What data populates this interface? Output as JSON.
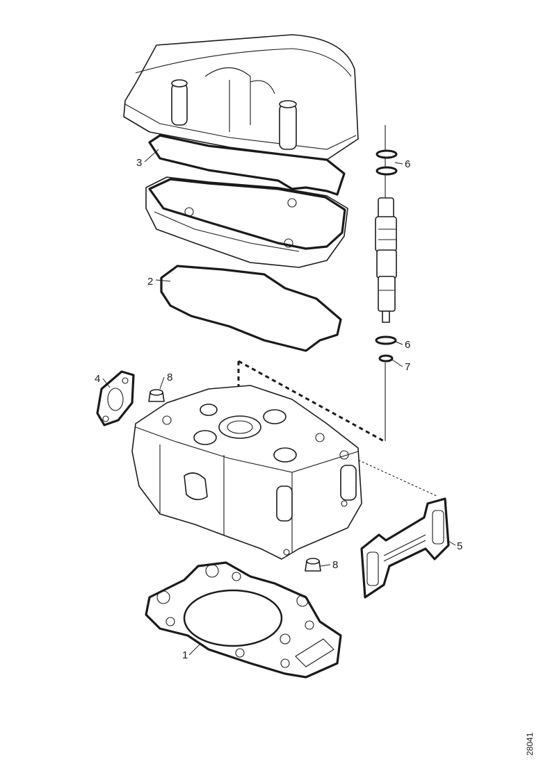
{
  "callouts": {
    "c1": "1",
    "c2": "2",
    "c3": "3",
    "c4": "4",
    "c5": "5",
    "c6a": "6",
    "c6b": "6",
    "c7": "7",
    "c8a": "8",
    "c8b": "8"
  },
  "figure_ref": "28041",
  "colors": {
    "line": "#1a1a1a",
    "background": "#ffffff"
  }
}
